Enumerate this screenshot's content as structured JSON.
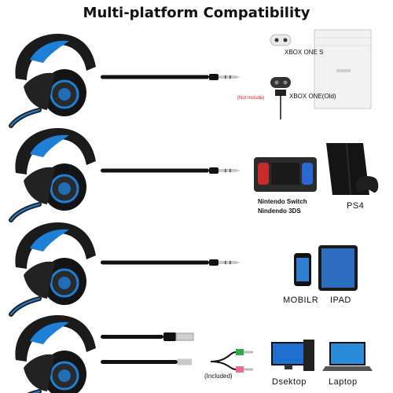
{
  "title": "Multi-platform Compatibility",
  "rows": [
    {
      "labels": [
        "XBOX ONE S",
        "XBOX ONE(Old)"
      ],
      "note": "(Not Include)"
    },
    {
      "labels": [
        "Nintendo Switch",
        "Nindendo 3DS",
        "PS4"
      ]
    },
    {
      "labels": [
        "MOBILR",
        "IPAD"
      ]
    },
    {
      "labels": [
        "Dsektop",
        "Laptop"
      ],
      "note": "(Included)"
    }
  ],
  "colors": {
    "accent": "#1e7fd6",
    "headset_dark": "#1b1b1b",
    "cable": "#111111",
    "note": "#d0231c"
  }
}
